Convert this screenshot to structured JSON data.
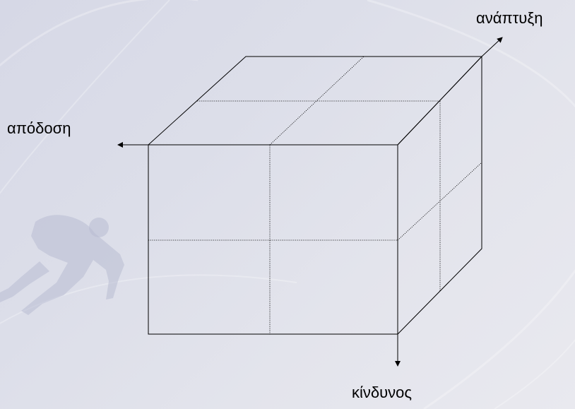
{
  "labels": {
    "top_right": "ανάπτυξη",
    "left": "απόδοση",
    "bottom": "κίνδυνος"
  },
  "colors": {
    "line": "#000000",
    "background": "#dcdee9",
    "watermark": "#b8bbd2"
  }
}
